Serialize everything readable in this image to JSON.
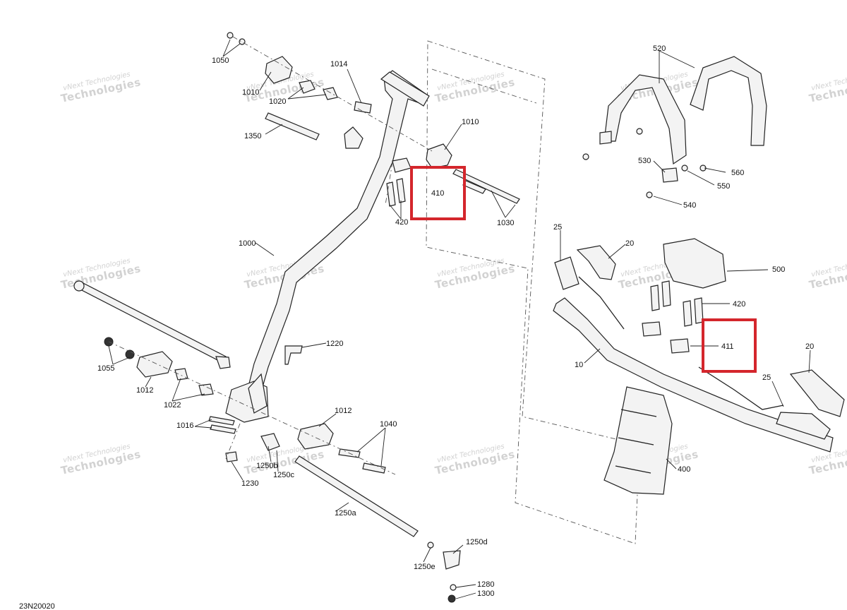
{
  "diagram": {
    "drawing_code": "23N20020",
    "watermark": {
      "line1": "vNext Technologies",
      "line2": "Technologies"
    },
    "callouts": [
      {
        "id": "c1050",
        "text": "1050"
      },
      {
        "id": "c1014",
        "text": "1014"
      },
      {
        "id": "c1010a",
        "text": "1010"
      },
      {
        "id": "c1020",
        "text": "1020"
      },
      {
        "id": "c1350",
        "text": "1350"
      },
      {
        "id": "c1010b",
        "text": "1010"
      },
      {
        "id": "c410",
        "text": "410"
      },
      {
        "id": "c420a",
        "text": "420"
      },
      {
        "id": "c1030",
        "text": "1030"
      },
      {
        "id": "c1000",
        "text": "1000"
      },
      {
        "id": "c1220",
        "text": "1220"
      },
      {
        "id": "c1055",
        "text": "1055"
      },
      {
        "id": "c1012a",
        "text": "1012"
      },
      {
        "id": "c1022",
        "text": "1022"
      },
      {
        "id": "c1016",
        "text": "1016"
      },
      {
        "id": "c1012b",
        "text": "1012"
      },
      {
        "id": "c1040",
        "text": "1040"
      },
      {
        "id": "c1250b",
        "text": "1250b"
      },
      {
        "id": "c1250c",
        "text": "1250c"
      },
      {
        "id": "c1230",
        "text": "1230"
      },
      {
        "id": "c1250a",
        "text": "1250a"
      },
      {
        "id": "c1250d",
        "text": "1250d"
      },
      {
        "id": "c1250e",
        "text": "1250e"
      },
      {
        "id": "c1280",
        "text": "1280"
      },
      {
        "id": "c1300",
        "text": "1300"
      },
      {
        "id": "c520",
        "text": "520"
      },
      {
        "id": "c530",
        "text": "530"
      },
      {
        "id": "c560",
        "text": "560"
      },
      {
        "id": "c550",
        "text": "550"
      },
      {
        "id": "c540",
        "text": "540"
      },
      {
        "id": "c25a",
        "text": "25"
      },
      {
        "id": "c20a",
        "text": "20"
      },
      {
        "id": "c500",
        "text": "500"
      },
      {
        "id": "c420b",
        "text": "420"
      },
      {
        "id": "c411",
        "text": "411"
      },
      {
        "id": "c10",
        "text": "10"
      },
      {
        "id": "c20b",
        "text": "20"
      },
      {
        "id": "c25b",
        "text": "25"
      },
      {
        "id": "c400",
        "text": "400"
      }
    ],
    "highlights": [
      {
        "part": "410",
        "color": "#d4262c"
      },
      {
        "part": "411",
        "color": "#d4262c"
      }
    ]
  }
}
